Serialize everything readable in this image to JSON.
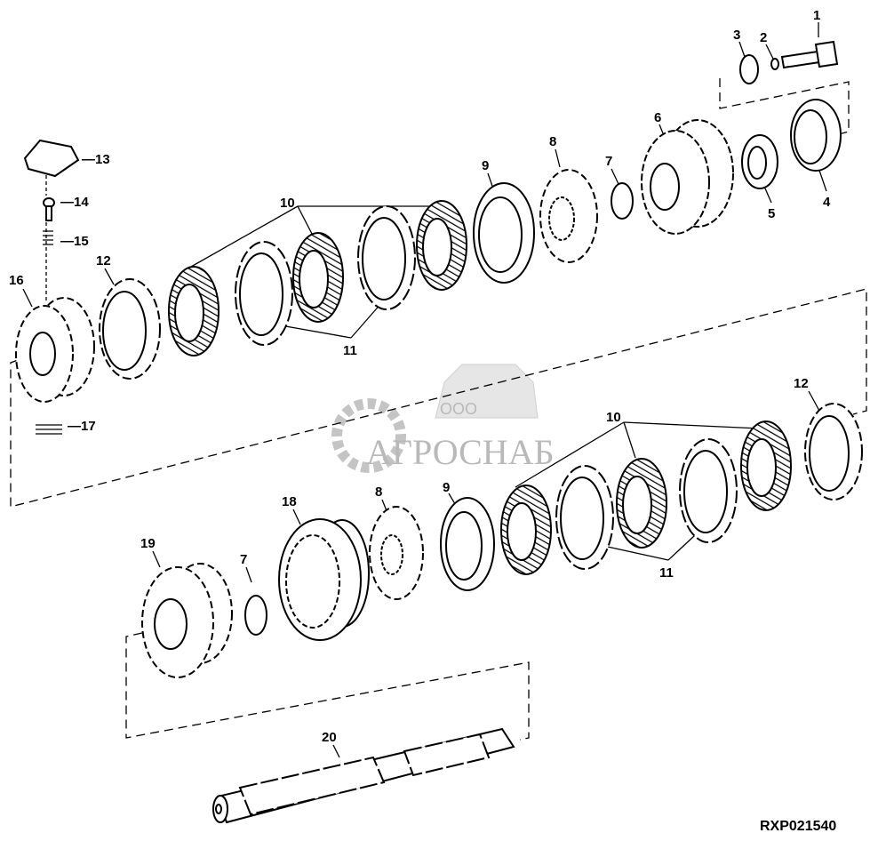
{
  "diagram": {
    "figure_code": "RXP021540",
    "watermark": {
      "small": "ООО",
      "name": "АГРОСНАБ"
    },
    "callouts": {
      "c1": "1",
      "c2": "2",
      "c3": "3",
      "c4": "4",
      "c5": "5",
      "c6": "6",
      "c7a": "7",
      "c8a": "8",
      "c9a": "9",
      "c10a": "10",
      "c11a": "11",
      "c12a": "12",
      "c13": "—13",
      "c14": "—14",
      "c15": "—15",
      "c16": "16",
      "c17": "—17",
      "c12b": "12",
      "c10b": "10",
      "c11b": "11",
      "c9b": "9",
      "c8b": "8",
      "c18": "18",
      "c7b": "7",
      "c19": "19",
      "c20": "20"
    }
  }
}
